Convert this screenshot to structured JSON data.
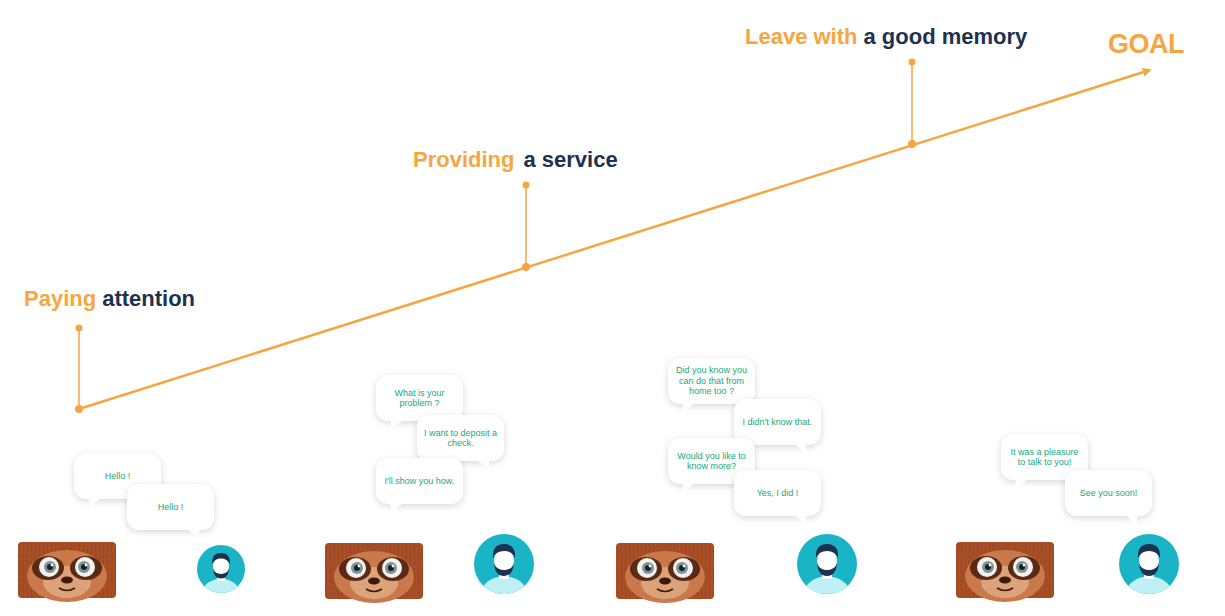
{
  "diagram": {
    "nodes": [
      {
        "text": [
          "Hello !"
        ]
      },
      {
        "text": [
          "Hello !"
        ]
      },
      {
        "text": [
          "What is your problem ?"
        ]
      },
      {
        "text": [
          "I want to deposit a check."
        ]
      },
      {
        "text": [
          "I'll show you how."
        ]
      },
      {
        "text": [
          "Did you know you can do that from home too ?"
        ]
      },
      {
        "text": [
          "I didn't know that."
        ]
      },
      {
        "text": [
          "Would you like to know more?"
        ]
      },
      {
        "text": [
          "Yes, I did !"
        ]
      },
      {
        "text": [
          "It was a pleasure to talk to you!"
        ]
      },
      {
        "text": [
          "See you soon!"
        ]
      }
    ],
    "labels": [
      "Paying",
      "attention",
      "Providing",
      "a service",
      "Leave with",
      "a good memory",
      "GOAL"
    ]
  }
}
